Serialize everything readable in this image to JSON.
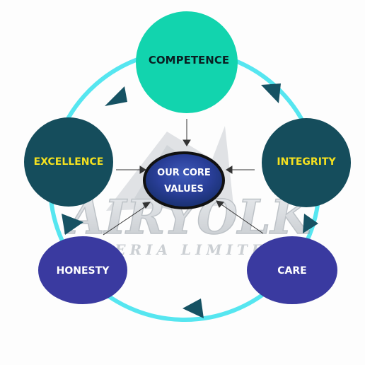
{
  "diagram": {
    "center": {
      "line1": "OUR CORE",
      "line2": "VALUES"
    },
    "values": {
      "competence": "COMPETENCE",
      "integrity": "INTEGRITY",
      "care": "CARE",
      "honesty": "HONESTY",
      "excellence": "EXCELLENCE"
    },
    "watermark": {
      "company": "AIRYOLK",
      "subtitle": "NIGERIA LIMITED"
    },
    "colors": {
      "competence": "#12d4ae",
      "integrity": "#154d5c",
      "excellence": "#154d5c",
      "care": "#3a3aa0",
      "honesty": "#3a3aa0",
      "ring": "#56e6f0",
      "arrowhead": "#165263",
      "yellow_text": "#f5e11f",
      "center_fill": "#1f3f9a",
      "center_border": "#111111"
    }
  }
}
